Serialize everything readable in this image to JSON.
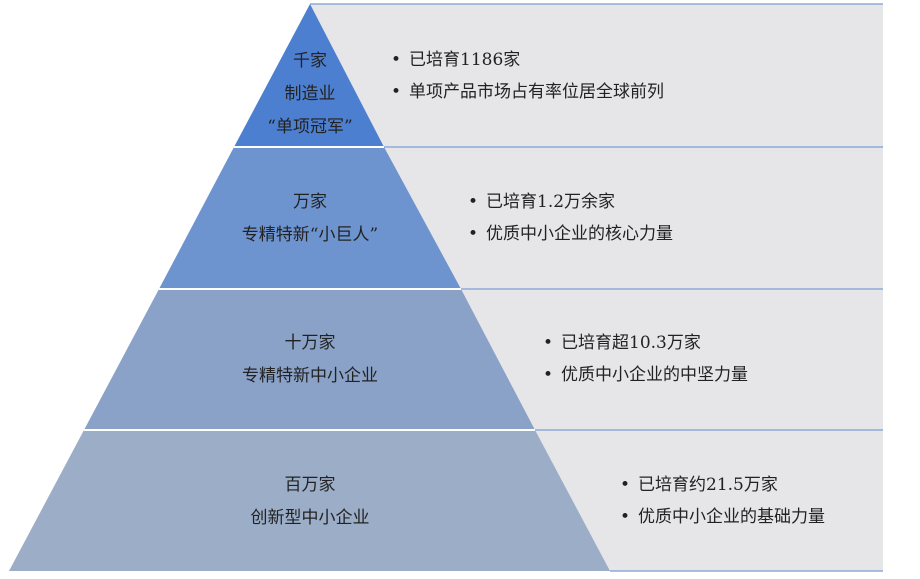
{
  "colors": {
    "panel_bg": "#e6e6e8",
    "divider": "#8faadc",
    "tier1": "#4d7fd0",
    "tier2": "#6e94cf",
    "tier3": "#8aa2c8",
    "tier4": "#9cadc8"
  },
  "tiers": [
    {
      "label_lines": [
        "千家",
        "制造业",
        "“单项冠军”"
      ],
      "bullets": [
        "已培育1186家",
        "单项产品市场占有率位居全球前列"
      ]
    },
    {
      "label_lines": [
        "万家",
        "专精特新“小巨人”"
      ],
      "bullets": [
        "已培育1.2万余家",
        "优质中小企业的核心力量"
      ]
    },
    {
      "label_lines": [
        "十万家",
        "专精特新中小企业"
      ],
      "bullets": [
        "已培育超10.3万家",
        "优质中小企业的中坚力量"
      ]
    },
    {
      "label_lines": [
        "百万家",
        "创新型中小企业"
      ],
      "bullets": [
        "已培育约21.5万家",
        "优质中小企业的基础力量"
      ]
    }
  ]
}
